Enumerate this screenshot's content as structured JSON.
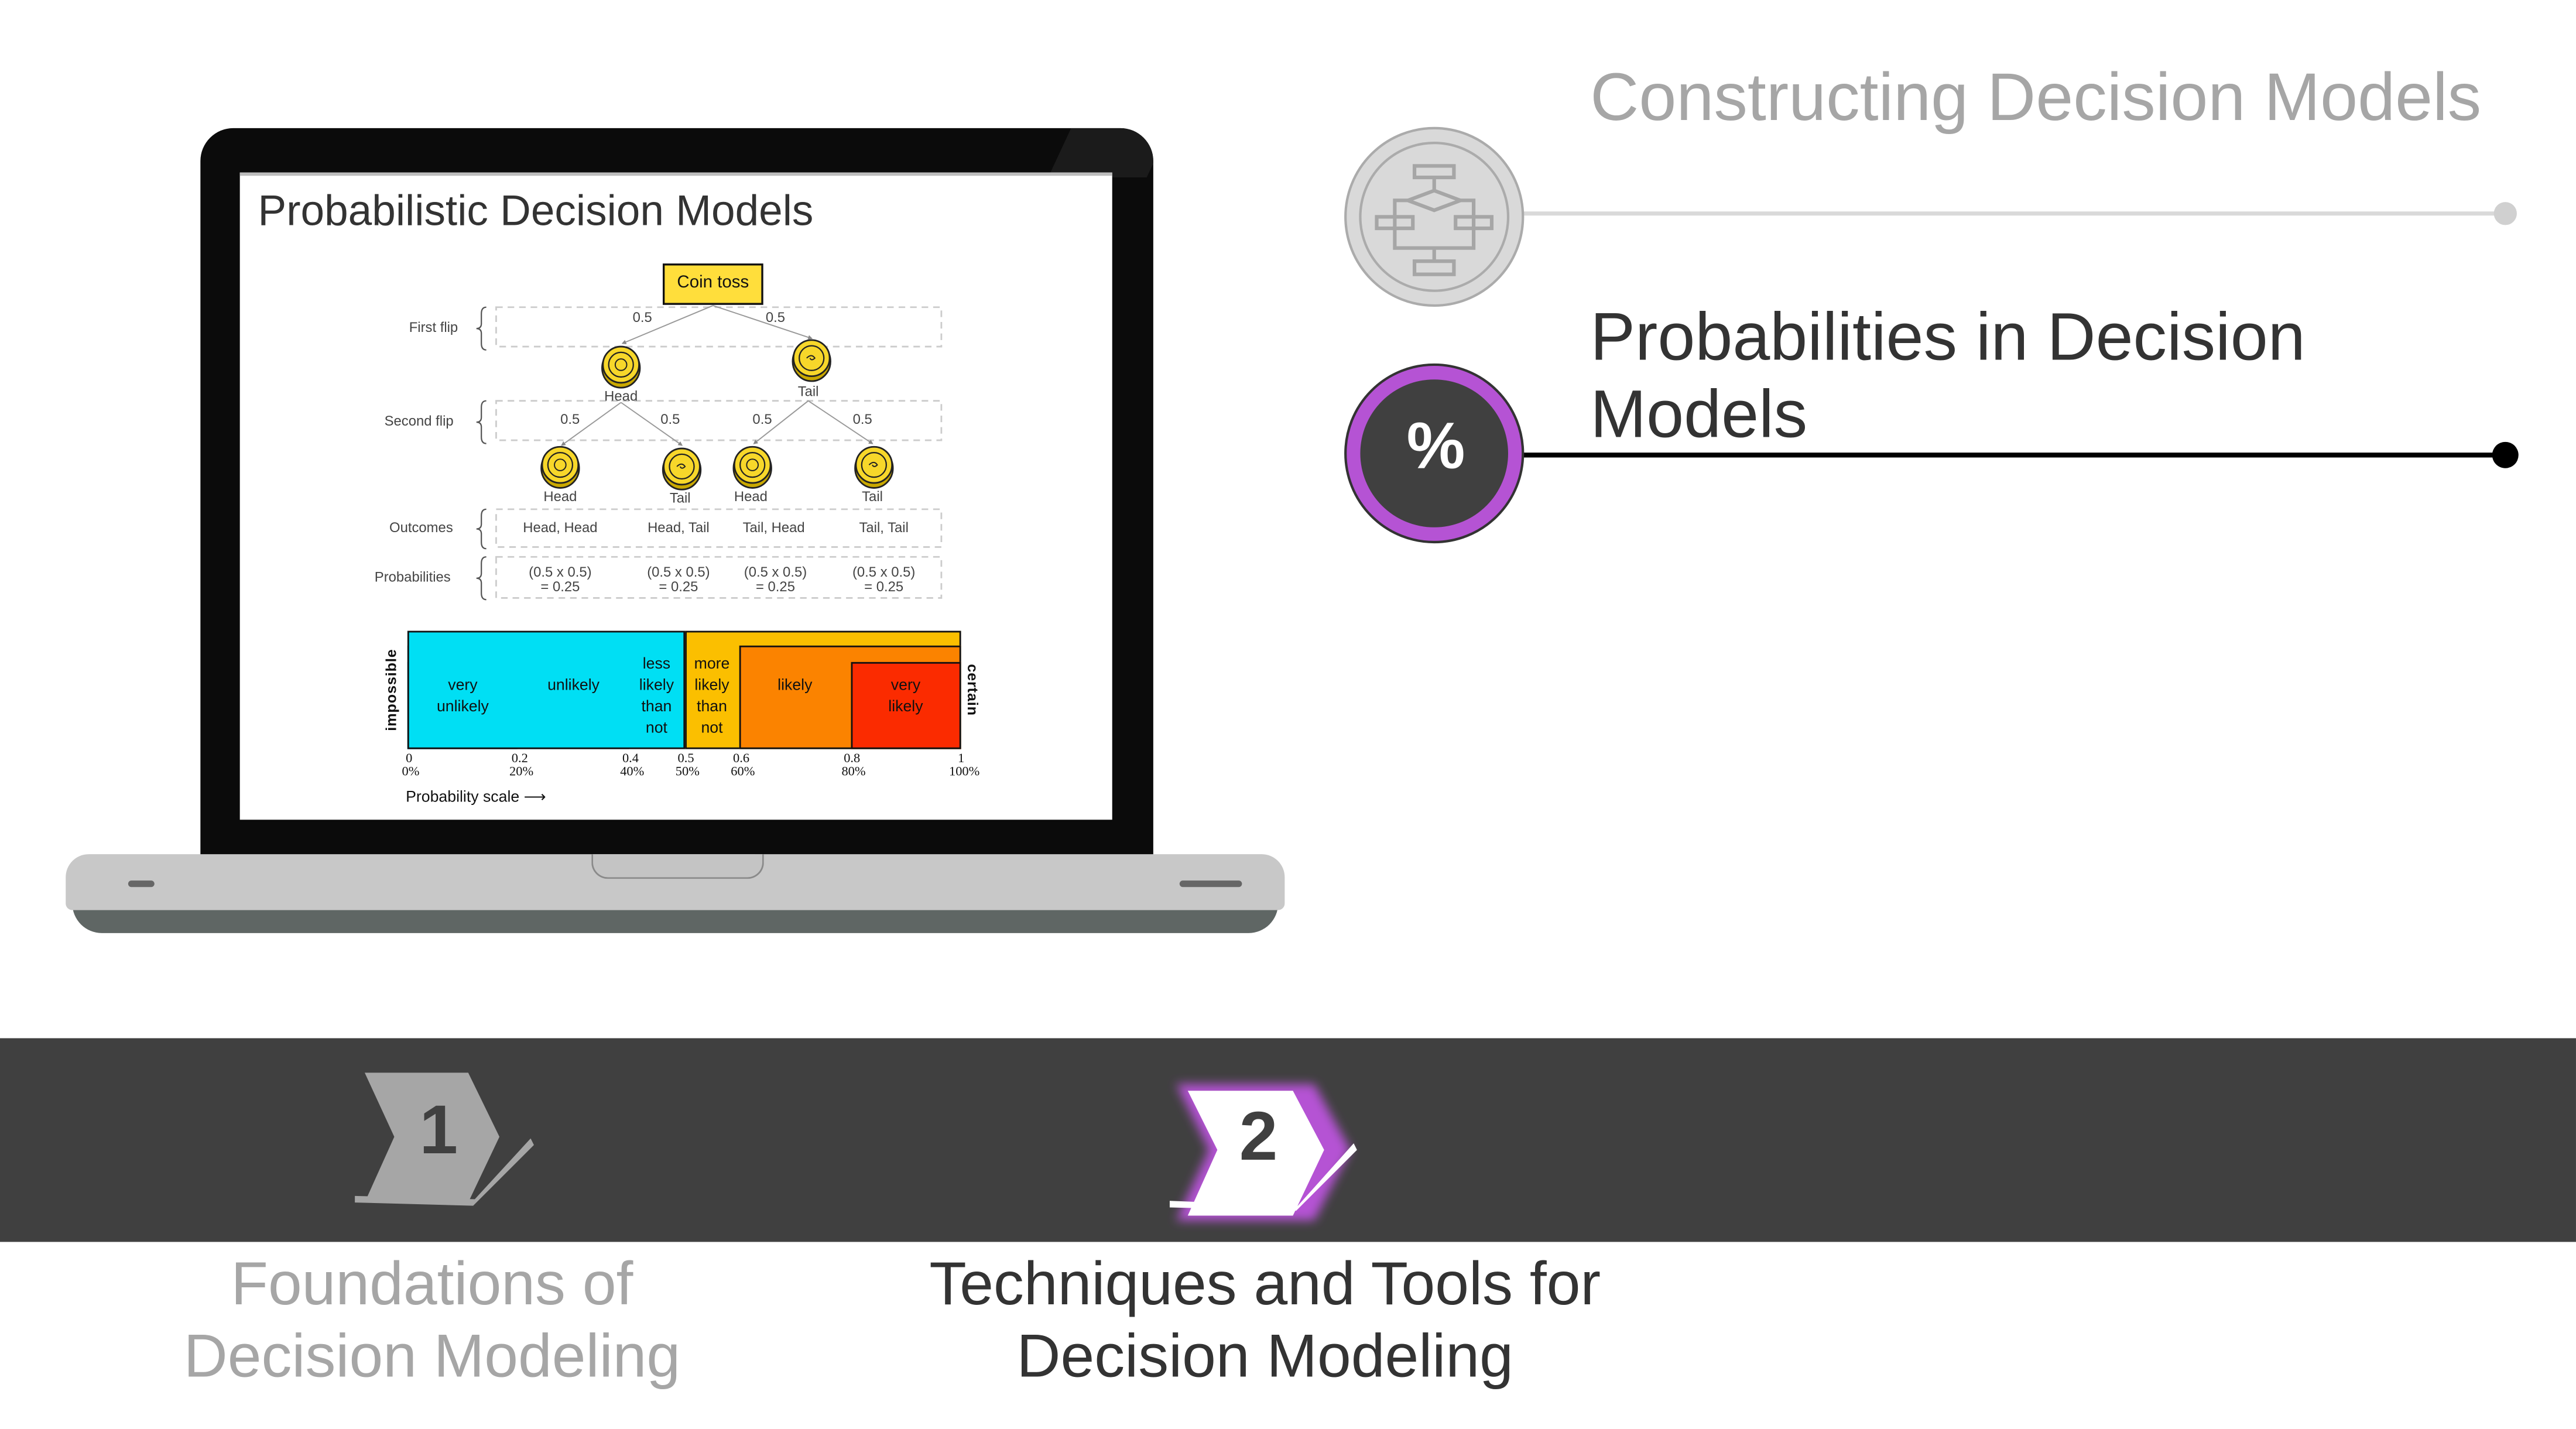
{
  "slide": {
    "title": "Probabilistic Decision Models",
    "tree": {
      "root": "Coin toss",
      "row_labels": [
        "First flip",
        "Second flip",
        "Outcomes",
        "Probabilities"
      ],
      "first_flip_probs": [
        "0.5",
        "0.5"
      ],
      "first_flip_nodes": [
        "Head",
        "Tail"
      ],
      "second_flip_probs": [
        "0.5",
        "0.5",
        "0.5",
        "0.5"
      ],
      "second_flip_nodes": [
        "Head",
        "Tail",
        "Head",
        "Tail"
      ],
      "outcomes": [
        "Head, Head",
        "Head, Tail",
        "Tail, Head",
        "Tail, Tail"
      ],
      "probabilities": [
        {
          "expr": "(0.5 x 0.5)",
          "result": "= 0.25"
        },
        {
          "expr": "(0.5 x 0.5)",
          "result": "= 0.25"
        },
        {
          "expr": "(0.5 x 0.5)",
          "result": "= 0.25"
        },
        {
          "expr": "(0.5 x 0.5)",
          "result": "= 0.25"
        }
      ]
    },
    "probability_scale": {
      "left_label": "impossible",
      "right_label": "certain",
      "axis_label": "Probability scale",
      "segments": [
        {
          "label": "very unlikely",
          "from": 0,
          "to": 0.2,
          "tier": 3,
          "color": "#1a6ff0"
        },
        {
          "label": "unlikely",
          "from": 0,
          "to": 0.4,
          "tier": 2,
          "color": "#00a6f4"
        },
        {
          "label": "less likely than not",
          "from": 0,
          "to": 0.5,
          "tier": 1,
          "color": "#00dff4"
        },
        {
          "label": "more likely than not",
          "from": 0.5,
          "to": 1,
          "tier": 1,
          "color": "#fbbf00"
        },
        {
          "label": "likely",
          "from": 0.6,
          "to": 1,
          "tier": 2,
          "color": "#fb8300"
        },
        {
          "label": "very likely",
          "from": 0.8,
          "to": 1,
          "tier": 3,
          "color": "#fb2b00"
        }
      ],
      "ticks": [
        {
          "value": 0,
          "label": "0",
          "pct": "0%"
        },
        {
          "value": 0.2,
          "label": "0.2",
          "pct": "20%"
        },
        {
          "value": 0.4,
          "label": "0.4",
          "pct": "40%"
        },
        {
          "value": 0.5,
          "label": "0.5",
          "pct": "50%"
        },
        {
          "value": 0.6,
          "label": "0.6",
          "pct": "60%"
        },
        {
          "value": 0.8,
          "label": "0.8",
          "pct": "80%"
        },
        {
          "value": 1,
          "label": "1",
          "pct": "100%"
        }
      ]
    }
  },
  "sections": [
    {
      "title": "Constructing Decision Models",
      "icon": "flowchart-icon",
      "active": false
    },
    {
      "title": "Probabilities in Decision Models",
      "icon": "percent-icon",
      "icon_text": "%",
      "active": true
    }
  ],
  "steps": [
    {
      "number": "1",
      "label": "Foundations of Decision Modeling",
      "active": false
    },
    {
      "number": "2",
      "label": "Techniques and Tools for Decision Modeling",
      "active": true
    }
  ],
  "colors": {
    "accent": "#b553d4",
    "band": "#404040",
    "inactive": "#a6a6a6",
    "active_text": "#333333"
  }
}
